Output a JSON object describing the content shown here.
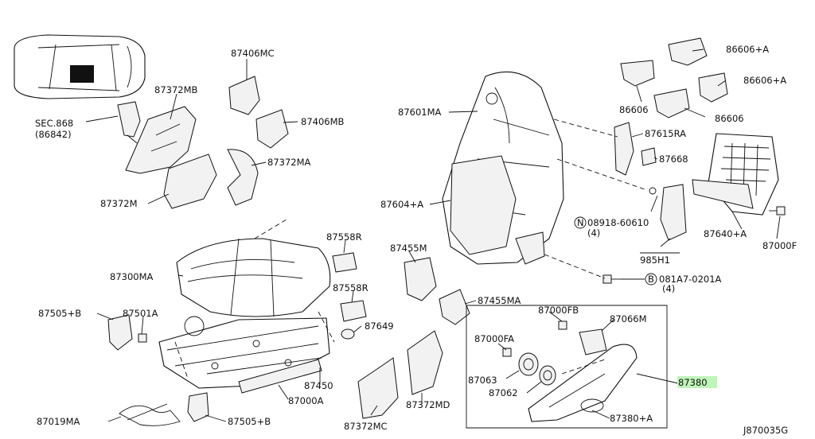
{
  "diagram_code": "J870035G",
  "highlight_color": "#bff5b8",
  "callouts": {
    "sec868_a": "SEC.868",
    "sec868_b": "(86842)",
    "p87406MC": "87406MC",
    "p87372MB": "87372MB",
    "p87406MB": "87406MB",
    "p87372MA": "87372MA",
    "p87372M": "87372M",
    "p87601MA": "87601MA",
    "p87604A": "87604+A",
    "p86606A_1": "86606+A",
    "p86606A_2": "86606+A",
    "p86606_1": "86606",
    "p86606_2": "86606",
    "p87615RA": "87615RA",
    "p87668": "87668",
    "p08918_a": "08918-60610",
    "p08918_b": "(4)",
    "p08918_c": "N",
    "p985H1": "985H1",
    "p87640A": "87640+A",
    "p87000F": "87000F",
    "p081A7_a": "081A7-0201A",
    "p081A7_b": "(4)",
    "p081A7_c": "B",
    "p87558R_1": "87558R",
    "p87558R_2": "87558R",
    "p87455M": "87455M",
    "p87455MA": "87455MA",
    "p87300MA": "87300MA",
    "p87505B_1": "87505+B",
    "p87505B_2": "87505+B",
    "p87501A": "87501A",
    "p87649": "87649",
    "p87450": "87450",
    "p87000A": "87000A",
    "p87019MA": "87019MA",
    "p87372MC": "87372MC",
    "p87372MD": "87372MD",
    "p87000FB": "87000FB",
    "p87066M": "87066M",
    "p87000FA": "87000FA",
    "p87063": "87063",
    "p87062": "87062",
    "p87380": "87380",
    "p87380A": "87380+A"
  }
}
